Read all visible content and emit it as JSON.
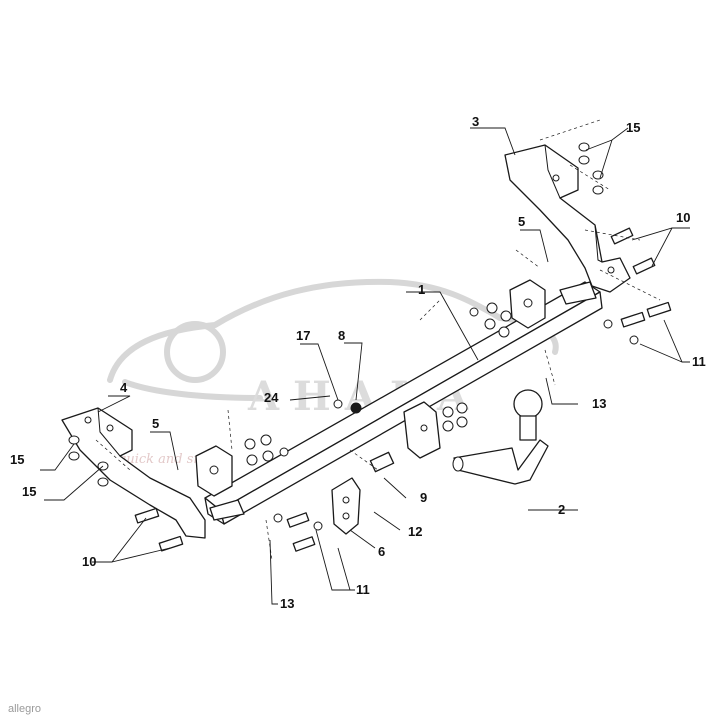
{
  "diagram": {
    "callouts": [
      "1",
      "2",
      "3",
      "4",
      "5",
      "5",
      "6",
      "8",
      "9",
      "10",
      "10",
      "11",
      "11",
      "12",
      "13",
      "13",
      "15",
      "15",
      "15",
      "17",
      "24"
    ],
    "watermark": {
      "text": "AHAKA",
      "subtext": "quick and smart"
    },
    "footer_text": "allegro"
  }
}
